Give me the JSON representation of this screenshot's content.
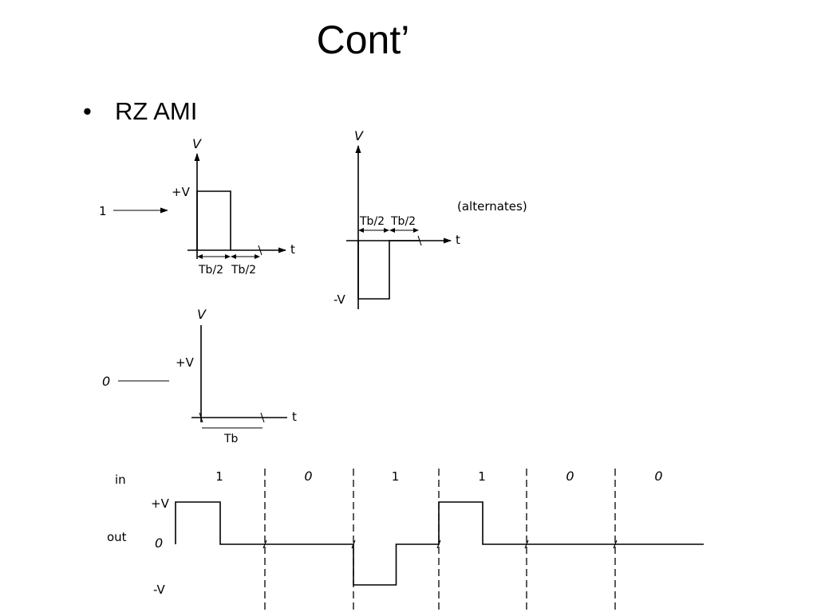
{
  "slide": {
    "title": "Cont’",
    "bullet_marker": "•",
    "bullet_text": "RZ AMI"
  },
  "pulse_one": {
    "input_label": "1",
    "v_axis": "V",
    "level_label": "+V",
    "t_axis": "t",
    "half_label_1": "Tb/2",
    "half_label_2": "Tb/2"
  },
  "pulse_neg": {
    "v_axis": "V",
    "level_label": "-V",
    "t_axis": "t",
    "half_label_1": "Tb/2",
    "half_label_2": "Tb/2",
    "note": "(alternates)"
  },
  "pulse_zero": {
    "input_label": "0",
    "v_axis": "V",
    "level_label": "+V",
    "t_axis": "t",
    "period_label": "Tb"
  },
  "waveform": {
    "in_label": "in",
    "out_label": "out",
    "plus_label": "+V",
    "zero_label": "0",
    "minus_label": "-V",
    "bits": [
      "1",
      "0",
      "1",
      "1",
      "0",
      "0"
    ],
    "levels": [
      1,
      0,
      -1,
      1,
      0,
      0
    ]
  }
}
